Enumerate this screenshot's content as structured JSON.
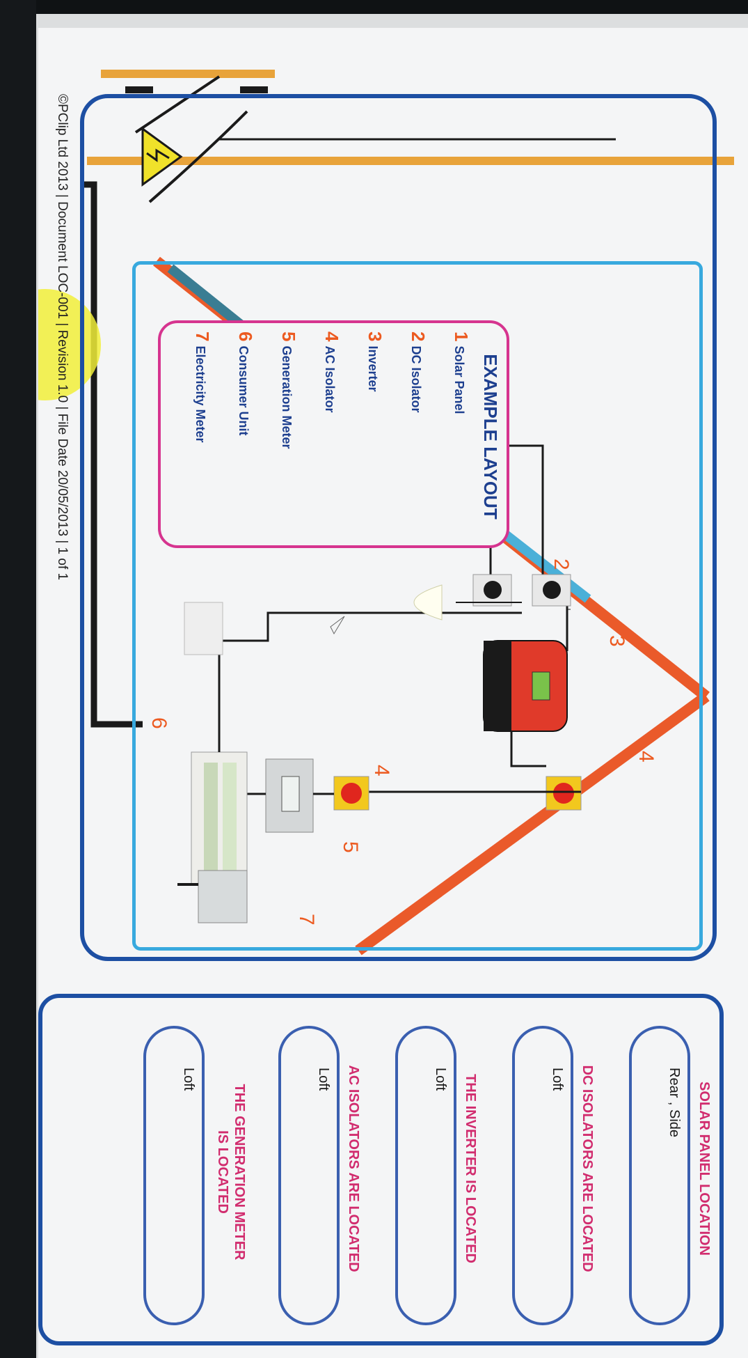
{
  "legend": {
    "title": "EXAMPLE LAYOUT",
    "items": [
      {
        "num": "1",
        "label": "Solar Panel"
      },
      {
        "num": "2",
        "label": "DC Isolator"
      },
      {
        "num": "3",
        "label": "Inverter"
      },
      {
        "num": "4",
        "label": "AC Isolator"
      },
      {
        "num": "5",
        "label": "Generation Meter"
      },
      {
        "num": "6",
        "label": "Consumer Unit"
      },
      {
        "num": "7",
        "label": "Electricity Meter"
      }
    ]
  },
  "diagram_labels": {
    "l2": "2",
    "l3": "3",
    "l4a": "4",
    "l4b": "4",
    "l5": "5",
    "l6": "6",
    "l7": "7"
  },
  "locations": {
    "solar_panel_q": "SOLAR PANEL LOCATION",
    "solar_panel_a": "Rear , Side",
    "dc_isolators_q": "DC ISOLATORS ARE LOCATED",
    "dc_isolators_a": "Loft",
    "inverter_q": "THE INVERTER IS LOCATED",
    "inverter_a": "Loft",
    "ac_isolators_q": "AC ISOLATORS ARE LOCATED",
    "ac_isolators_a": "Loft",
    "gen_meter_q": "THE GENERATION METER IS LOCATED",
    "gen_meter_a": "Loft"
  },
  "footer": "©PClip Ltd 2013 | Document LOC-001 | Revision 1.0 | File Date 20/05/2013 | 1 of 1",
  "colors": {
    "frame_blue": "#1d4fa3",
    "inner_blue": "#38a9de",
    "legend_pink": "#d6348f",
    "accent_orange": "#ec5a20",
    "question_pink": "#d12c6e"
  }
}
